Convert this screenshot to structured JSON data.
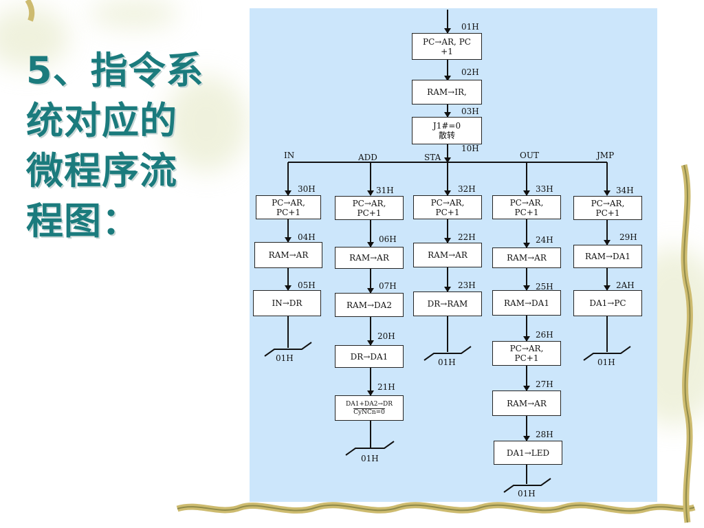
{
  "slide": {
    "title": "5、指令系统对应的微程序流程图："
  },
  "diagram": {
    "boxes": {
      "b01": "PC→AR, PC\n+1",
      "b02": "RAM→IR,",
      "b03": "J1#=0\n散转",
      "b30": "PC→AR,\nPC+1",
      "b31": "PC→AR,\nPC+1",
      "b32": "PC→AR,\nPC+1",
      "b33": "PC→AR,\nPC+1",
      "b34": "PC→AR,\nPC+1",
      "b04": "RAM→AR",
      "b06": "RAM→AR",
      "b22": "RAM→AR",
      "b24": "RAM→AR",
      "b29": "RAM→DA1",
      "b05": "IN→DR",
      "b07": "RAM→DA2",
      "b23": "DR→RAM",
      "b25": "RAM→DA1",
      "b2A": "DA1→PC",
      "b20": "DR→DA1",
      "b21_line1": "DA1+DA2→DR",
      "b21_line2": "CyNCn=0",
      "b26": "PC→AR,\nPC+1",
      "b27": "RAM→AR",
      "b28": "DA1→LED"
    },
    "addresses": {
      "a01": "01H",
      "a02": "02H",
      "a03": "03H",
      "a10": "10H",
      "a30": "30H",
      "a31": "31H",
      "a32": "32H",
      "a33": "33H",
      "a34": "34H",
      "a04": "04H",
      "a06": "06H",
      "a22": "22H",
      "a24": "24H",
      "a29": "29H",
      "a05": "05H",
      "a07": "07H",
      "a23": "23H",
      "a25": "25H",
      "a2A": "2AH",
      "a20": "20H",
      "a26": "26H",
      "a21": "21H",
      "a27": "27H",
      "a28": "28H"
    },
    "branches": {
      "in": "IN",
      "add": "ADD",
      "sta": "STA",
      "out": "OUT",
      "jmp": "JMP"
    },
    "terminals": {
      "t_in": "01H",
      "t_add": "01H",
      "t_sta": "01H",
      "t_out": "01H",
      "t_jmp": "01H"
    }
  }
}
